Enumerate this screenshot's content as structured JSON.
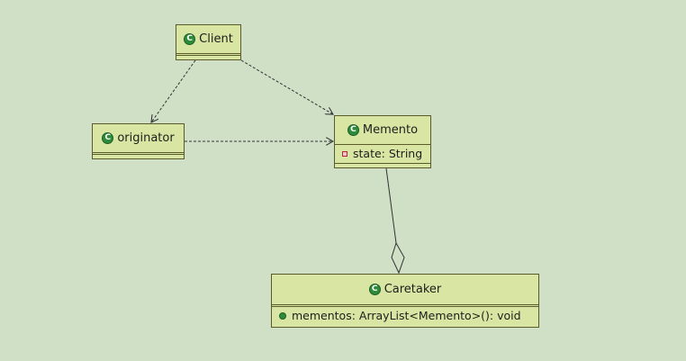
{
  "diagram": {
    "classes": {
      "client": {
        "name": "Client",
        "icon": "class-icon"
      },
      "originator": {
        "name": "originator",
        "icon": "class-icon"
      },
      "memento": {
        "name": "Memento",
        "icon": "class-icon",
        "attributes": [
          {
            "text": "state: String",
            "visibility": "private"
          }
        ]
      },
      "caretaker": {
        "name": "Caretaker",
        "icon": "class-icon",
        "methods": [
          {
            "text": "mementos: ArrayList<Memento>(): void",
            "visibility": "public"
          }
        ]
      }
    },
    "relations": [
      {
        "from": "Client",
        "to": "originator",
        "kind": "dependency"
      },
      {
        "from": "Client",
        "to": "Memento",
        "kind": "dependency"
      },
      {
        "from": "originator",
        "to": "Memento",
        "kind": "dependency"
      },
      {
        "from": "Caretaker",
        "to": "Memento",
        "kind": "aggregation"
      }
    ],
    "icon_glyph": "C",
    "colors": {
      "background": "#cfe0c6",
      "class_fill": "#d9e5a2",
      "class_icon": "#2e8b3a",
      "private_marker": "#b3263a",
      "line": "#333333"
    }
  }
}
